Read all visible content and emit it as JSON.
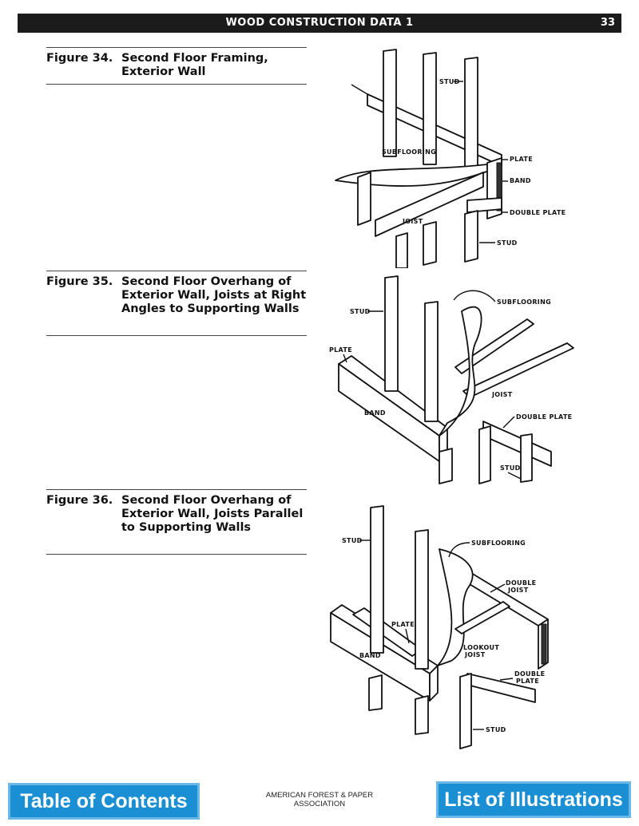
{
  "header": {
    "title": "WOOD CONSTRUCTION DATA 1",
    "page_number": "33"
  },
  "figures": [
    {
      "number": "Figure 34.",
      "title": "Second Floor Framing, Exterior Wall",
      "labels": {
        "stud": "STUD",
        "subflooring": "SUBFLOORING",
        "plate": "PLATE",
        "band": "BAND",
        "double_plate": "DOUBLE PLATE",
        "joist": "JOIST",
        "stud_lower": "STUD"
      }
    },
    {
      "number": "Figure 35.",
      "title": "Second Floor Overhang of Exterior Wall, Joists at Right Angles to Supporting Walls",
      "labels": {
        "subflooring": "SUBFLOORING",
        "stud": "STUD",
        "plate": "PLATE",
        "joist": "JOIST",
        "band": "BAND",
        "double_plate": "DOUBLE PLATE",
        "stud_lower": "STUD"
      }
    },
    {
      "number": "Figure 36.",
      "title": "Second Floor Overhang of Exterior Wall, Joists Parallel to Supporting Walls",
      "labels": {
        "stud": "STUD",
        "subflooring": "SUBFLOORING",
        "double_joist_1": "DOUBLE",
        "double_joist_2": "JOIST",
        "plate": "PLATE",
        "lookout_1": "LOOKOUT",
        "lookout_2": "JOIST",
        "band": "BAND",
        "double_plate_1": "DOUBLE",
        "double_plate_2": "PLATE",
        "stud_lower": "STUD"
      }
    }
  ],
  "footer": {
    "left_button": "Table of Contents",
    "center_text": "AMERICAN FOREST & PAPER ASSOCIATION",
    "right_button": "List of Illustrations"
  }
}
